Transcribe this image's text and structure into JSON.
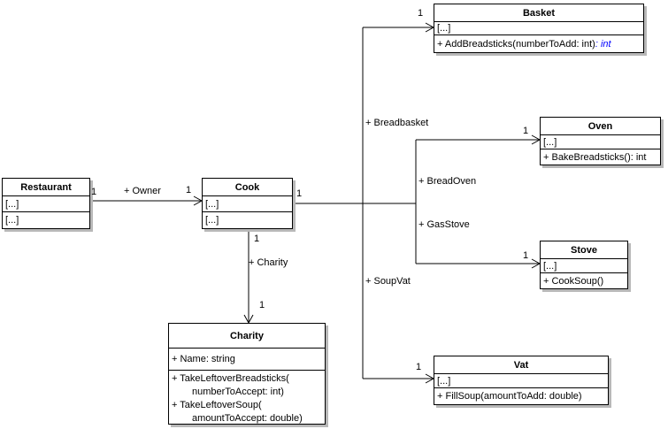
{
  "diagram": {
    "kind": "uml-class-diagram",
    "background_color": "#ffffff",
    "box_fill": "#ffffff",
    "border_color": "#000000",
    "shadow_color": "#b8b8b8",
    "return_type_color": "#0000ff"
  },
  "classes": {
    "restaurant": {
      "name": "Restaurant",
      "attributes": [
        "[...]"
      ],
      "methods": [
        {
          "text": "[...]",
          "return_suffix": ""
        }
      ]
    },
    "cook": {
      "name": "Cook",
      "attributes": [
        "[...]"
      ],
      "methods": [
        {
          "text": "[...]",
          "return_suffix": ""
        }
      ]
    },
    "basket": {
      "name": "Basket",
      "attributes": [
        "[...]"
      ],
      "methods": [
        {
          "text": "+ AddBreadsticks(numberToAdd: int)",
          "return_suffix": ": int"
        }
      ]
    },
    "oven": {
      "name": "Oven",
      "attributes": [
        "[...]"
      ],
      "methods": [
        {
          "text": "+ BakeBreadsticks(): int",
          "return_suffix": ""
        }
      ]
    },
    "stove": {
      "name": "Stove",
      "attributes": [
        "[...]"
      ],
      "methods": [
        {
          "text": "+ CookSoup()",
          "return_suffix": ""
        }
      ]
    },
    "vat": {
      "name": "Vat",
      "attributes": [
        "[...]"
      ],
      "methods": [
        {
          "text": "+ FillSoup(amountToAdd: double)",
          "return_suffix": ""
        }
      ]
    },
    "charity": {
      "name": "Charity",
      "attributes": [
        "+ Name: string"
      ],
      "method_lines": [
        "+ TakeLeftoverBreadsticks(",
        "numberToAccept: int)",
        "+ TakeLeftoverSoup(",
        "amountToAccept: double)"
      ]
    }
  },
  "associations": {
    "owner": {
      "from": "Restaurant",
      "to": "Cook",
      "label": "+ Owner",
      "source_multiplicity": "1",
      "target_multiplicity": "1"
    },
    "cook_bus": {
      "from": "Cook",
      "source_multiplicity": "1"
    },
    "breadbasket": {
      "from": "Cook",
      "to": "Basket",
      "label": "+ Breadbasket",
      "target_multiplicity": "1"
    },
    "breadoven": {
      "from": "Cook",
      "to": "Oven",
      "label": "+ BreadOven",
      "target_multiplicity": "1"
    },
    "gasstove": {
      "from": "Cook",
      "to": "Stove",
      "label": "+ GasStove",
      "target_multiplicity": "1"
    },
    "soupvat": {
      "from": "Cook",
      "to": "Vat",
      "label": "+ SoupVat",
      "target_multiplicity": "1"
    },
    "charity": {
      "from": "Cook",
      "to": "Charity",
      "label": "+ Charity",
      "source_multiplicity": "1",
      "target_multiplicity": "1"
    }
  }
}
